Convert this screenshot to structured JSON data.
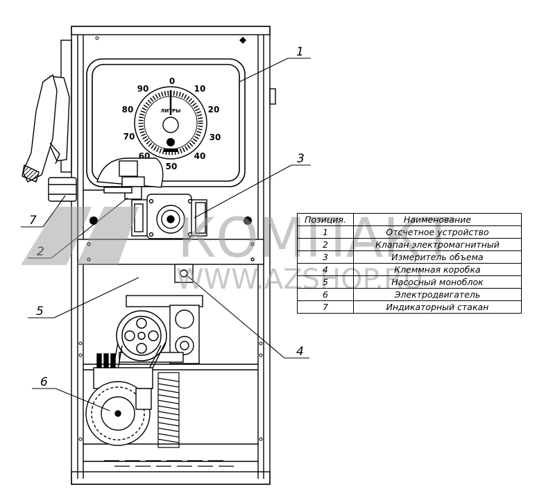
{
  "callouts": [
    "1",
    "2",
    "3",
    "4",
    "5",
    "6",
    "7"
  ],
  "dial": {
    "numbers": [
      "0",
      "10",
      "20",
      "30",
      "40",
      "50",
      "60",
      "70",
      "80",
      "90"
    ],
    "unit": "ЛИТРЫ"
  },
  "watermark": {
    "brand": "КОМПАКТ",
    "url": "WWW.AZSHOP.RU"
  },
  "table": {
    "headers": [
      "Позиция.",
      "Наименование"
    ],
    "rows": [
      [
        "1",
        "Отсчетное устройство"
      ],
      [
        "2",
        "Клапан электромагнитный"
      ],
      [
        "3",
        "Измеритель объема"
      ],
      [
        "4",
        "Клеммная коробка"
      ],
      [
        "5",
        "Насосный моноблок"
      ],
      [
        "6",
        "Электродвигатель"
      ],
      [
        "7",
        "Индикаторный стакан"
      ]
    ]
  }
}
